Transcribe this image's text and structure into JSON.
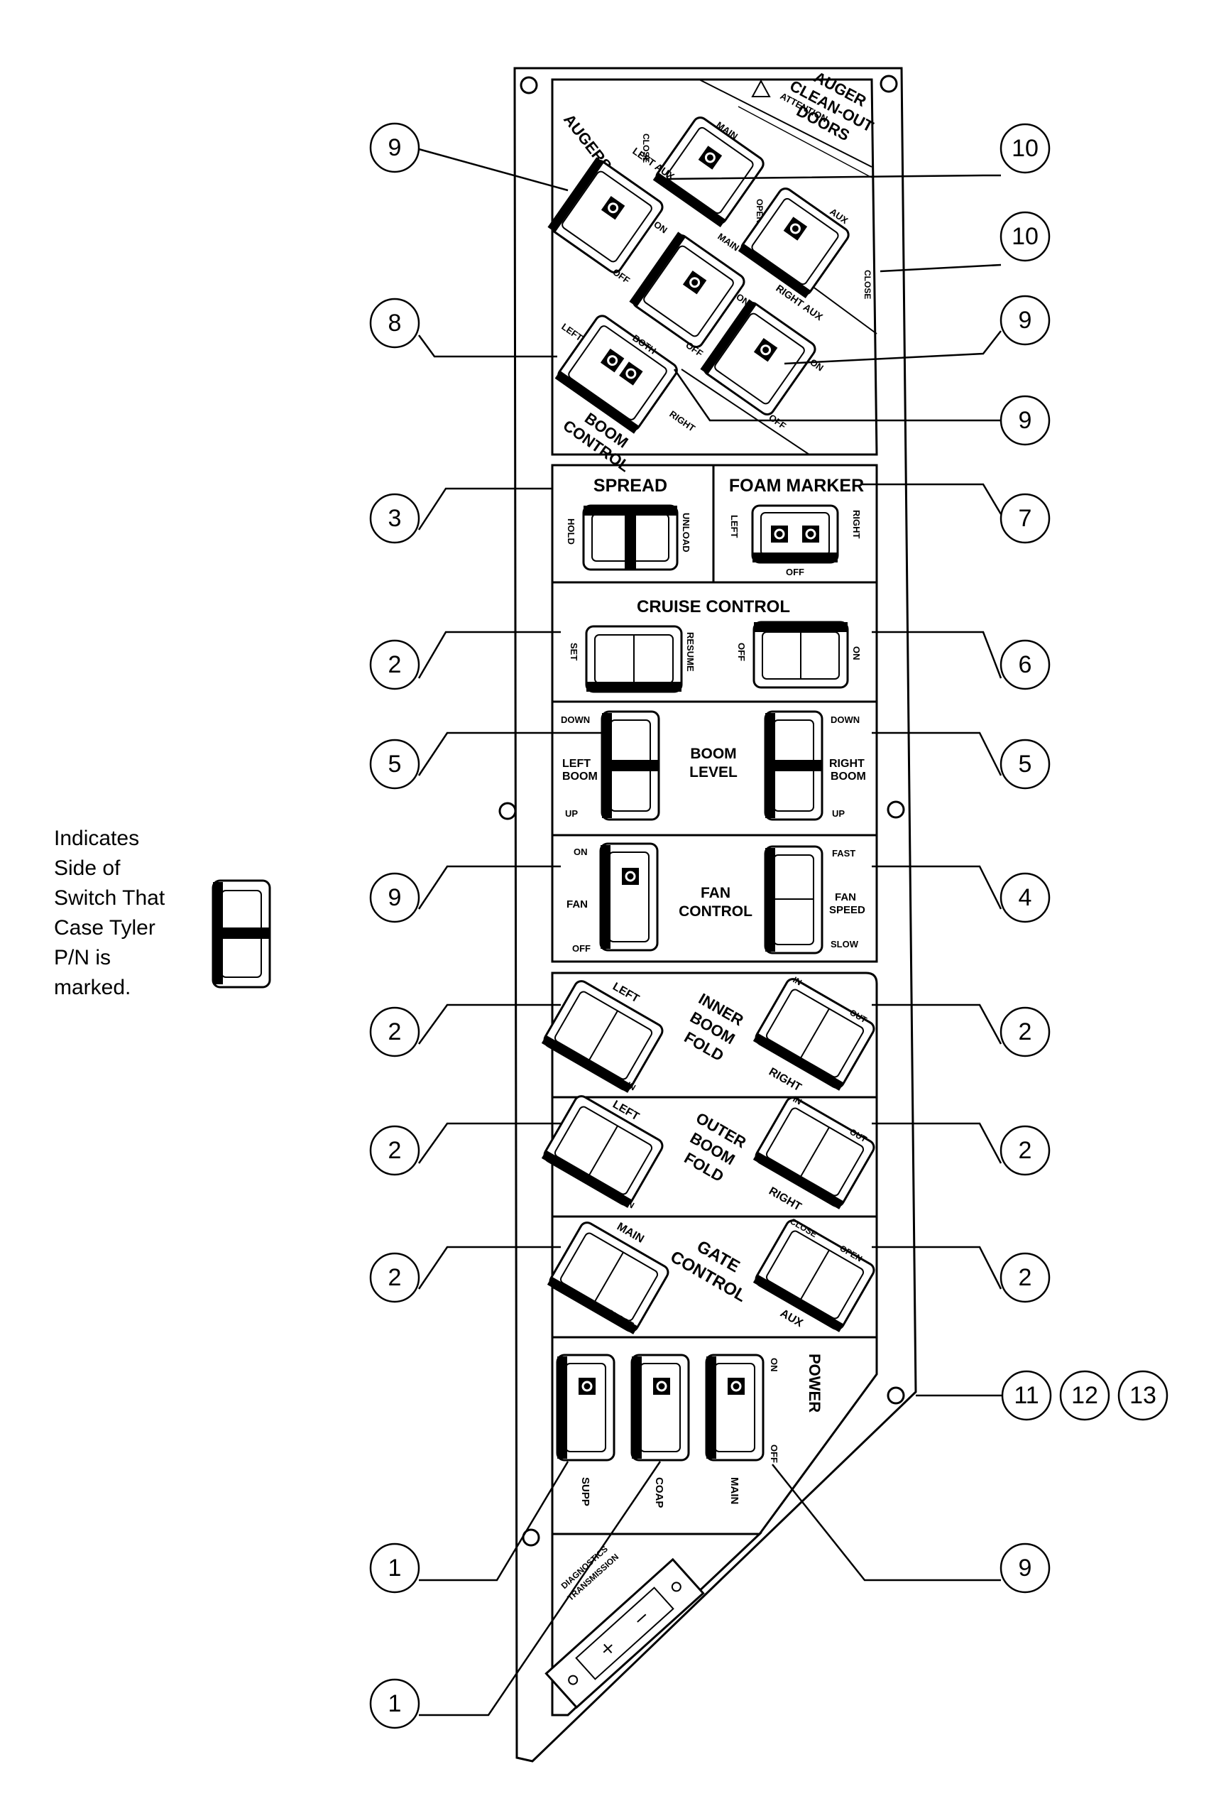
{
  "legend": {
    "lines": [
      "Indicates",
      "Side of",
      "Switch That",
      "Case Tyler",
      "P/N is",
      "marked."
    ]
  },
  "panel": {
    "augers": {
      "title": "AUGERS",
      "left_aux": "LEFT AUX",
      "main": "MAIN",
      "right_aux": "RIGHT AUX",
      "on": "ON",
      "off": "OFF"
    },
    "clean_out": {
      "title_lines": [
        "AUGER",
        "CLEAN-OUT",
        "DOORS"
      ],
      "attention": "ATTENTION",
      "main": "MAIN",
      "aux": "AUX",
      "open": "OPEN",
      "close": "CLOSE"
    },
    "boom_control": {
      "title_lines": [
        "BOOM",
        "CONTROL"
      ],
      "left": "LEFT",
      "both": "BOTH",
      "right": "RIGHT"
    },
    "spread": {
      "title": "SPREAD",
      "hold": "HOLD",
      "unload": "UNLOAD"
    },
    "foam_marker": {
      "title": "FOAM MARKER",
      "left": "LEFT",
      "right": "RIGHT",
      "off": "OFF"
    },
    "cruise_control": {
      "title": "CRUISE CONTROL",
      "set": "SET",
      "resume": "RESUME",
      "off": "OFF",
      "on": "ON"
    },
    "boom_level": {
      "title_lines": [
        "BOOM",
        "LEVEL"
      ],
      "left_lines": [
        "LEFT",
        "BOOM"
      ],
      "right_lines": [
        "RIGHT",
        "BOOM"
      ],
      "down": "DOWN",
      "up": "UP"
    },
    "fan_control": {
      "title_lines": [
        "FAN",
        "CONTROL"
      ],
      "fan": "FAN",
      "on": "ON",
      "off": "OFF",
      "fast": "FAST",
      "speed_lines": [
        "FAN",
        "SPEED"
      ],
      "slow": "SLOW"
    },
    "inner_boom_fold": {
      "title_lines": [
        "INNER",
        "BOOM",
        "FOLD"
      ],
      "left": "LEFT",
      "right": "RIGHT",
      "in": "IN",
      "out": "OUT"
    },
    "outer_boom_fold": {
      "title_lines": [
        "OUTER",
        "BOOM",
        "FOLD"
      ],
      "left": "LEFT",
      "right": "RIGHT",
      "in": "IN",
      "out": "OUT"
    },
    "gate_control": {
      "title_lines": [
        "GATE",
        "CONTROL"
      ],
      "main": "MAIN",
      "aux": "AUX",
      "open": "OPEN",
      "close": "CLOSE"
    },
    "power": {
      "title": "POWER",
      "on": "ON",
      "off": "OFF",
      "supp": "SUPP",
      "coap": "COAP",
      "main": "MAIN"
    },
    "transmission": {
      "lines": [
        "TRANSMISSION",
        "DIAGNOSTICS"
      ]
    }
  },
  "callouts": [
    {
      "id": "c-9-augers-left",
      "num": "9"
    },
    {
      "id": "c-10-door-main",
      "num": "10"
    },
    {
      "id": "c-10-door-aux",
      "num": "10"
    },
    {
      "id": "c-8-boom-control",
      "num": "8"
    },
    {
      "id": "c-9-right-aux",
      "num": "9"
    },
    {
      "id": "c-9-main-auger",
      "num": "9"
    },
    {
      "id": "c-3-spread",
      "num": "3"
    },
    {
      "id": "c-7-foam-marker",
      "num": "7"
    },
    {
      "id": "c-2-cruise-set",
      "num": "2"
    },
    {
      "id": "c-6-cruise-on",
      "num": "6"
    },
    {
      "id": "c-5-left-boom",
      "num": "5"
    },
    {
      "id": "c-5-right-boom",
      "num": "5"
    },
    {
      "id": "c-9-fan",
      "num": "9"
    },
    {
      "id": "c-4-fan-speed",
      "num": "4"
    },
    {
      "id": "c-2-inner-left",
      "num": "2"
    },
    {
      "id": "c-2-inner-right",
      "num": "2"
    },
    {
      "id": "c-2-outer-left",
      "num": "2"
    },
    {
      "id": "c-2-outer-right",
      "num": "2"
    },
    {
      "id": "c-2-gate-main",
      "num": "2"
    },
    {
      "id": "c-2-gate-aux",
      "num": "2"
    },
    {
      "id": "c-11",
      "num": "11"
    },
    {
      "id": "c-12",
      "num": "12"
    },
    {
      "id": "c-13",
      "num": "13"
    },
    {
      "id": "c-1-supp",
      "num": "1"
    },
    {
      "id": "c-1-coap",
      "num": "1"
    },
    {
      "id": "c-9-power-main",
      "num": "9"
    }
  ]
}
